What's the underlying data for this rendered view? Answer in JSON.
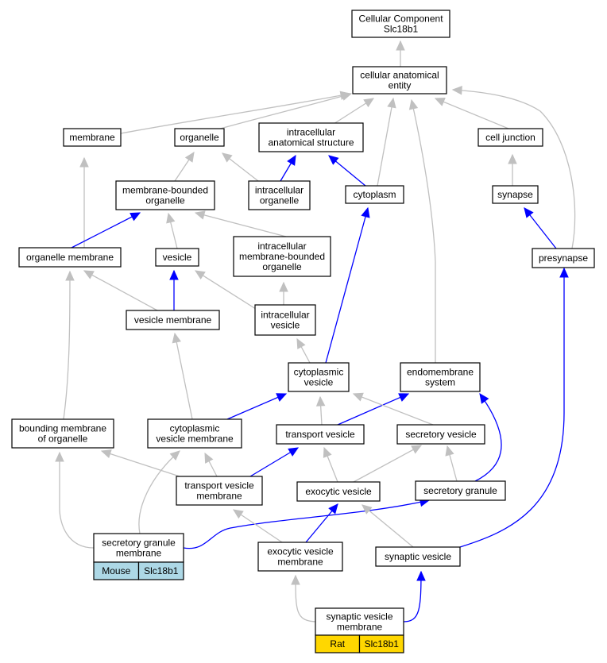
{
  "colors": {
    "is_a_edge": "#c0c0c0",
    "part_of_edge": "#0000ff",
    "mouse_annotation": "#add8e6",
    "rat_annotation": "#ffd700"
  },
  "nodes": {
    "root": [
      "Cellular Component",
      "Slc18b1"
    ],
    "cellular_anatomical_entity": [
      "cellular anatomical",
      "entity"
    ],
    "membrane": [
      "membrane"
    ],
    "organelle": [
      "organelle"
    ],
    "intracellular_anatomical_structure": [
      "intracellular",
      "anatomical structure"
    ],
    "cell_junction": [
      "cell junction"
    ],
    "membrane_bounded_organelle": [
      "membrane-bounded",
      "organelle"
    ],
    "intracellular_organelle": [
      "intracellular",
      "organelle"
    ],
    "cytoplasm": [
      "cytoplasm"
    ],
    "synapse": [
      "synapse"
    ],
    "organelle_membrane": [
      "organelle membrane"
    ],
    "vesicle": [
      "vesicle"
    ],
    "intracellular_membrane_bounded_organelle": [
      "intracellular",
      "membrane-bounded",
      "organelle"
    ],
    "presynapse": [
      "presynapse"
    ],
    "vesicle_membrane": [
      "vesicle membrane"
    ],
    "intracellular_vesicle": [
      "intracellular",
      "vesicle"
    ],
    "cytoplasmic_vesicle": [
      "cytoplasmic",
      "vesicle"
    ],
    "endomembrane_system": [
      "endomembrane",
      "system"
    ],
    "bounding_membrane_of_organelle": [
      "bounding membrane",
      "of organelle"
    ],
    "cytoplasmic_vesicle_membrane": [
      "cytoplasmic",
      "vesicle membrane"
    ],
    "transport_vesicle": [
      "transport vesicle"
    ],
    "secretory_vesicle": [
      "secretory vesicle"
    ],
    "transport_vesicle_membrane": [
      "transport vesicle",
      "membrane"
    ],
    "exocytic_vesicle": [
      "exocytic vesicle"
    ],
    "secretory_granule": [
      "secretory granule"
    ],
    "secretory_granule_membrane": [
      "secretory granule",
      "membrane"
    ],
    "exocytic_vesicle_membrane": [
      "exocytic vesicle",
      "membrane"
    ],
    "synaptic_vesicle": [
      "synaptic vesicle"
    ],
    "synaptic_vesicle_membrane": [
      "synaptic vesicle",
      "membrane"
    ]
  },
  "annotations": {
    "secretory_granule_membrane": [
      "Mouse",
      "Slc18b1"
    ],
    "synaptic_vesicle_membrane": [
      "Rat",
      "Slc18b1"
    ]
  }
}
